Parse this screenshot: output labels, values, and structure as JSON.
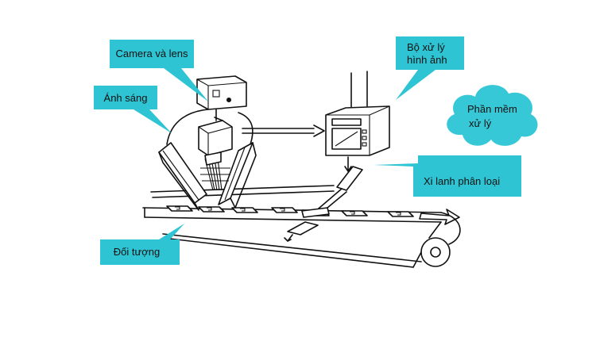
{
  "colors": {
    "callout": "#2ec4d3",
    "cloud": "#36c8d6",
    "ink": "#111111",
    "background": "#ffffff"
  },
  "labels": {
    "camera": "Camera và lens",
    "light": "Ánh sáng",
    "object": "Đối tượng",
    "processor_line1": "Bộ xử lý",
    "processor_line2": "hình ảnh",
    "software_line1": "Phần mềm",
    "software_line2": "xử lý",
    "cylinder": "Xi lanh phân loại"
  }
}
